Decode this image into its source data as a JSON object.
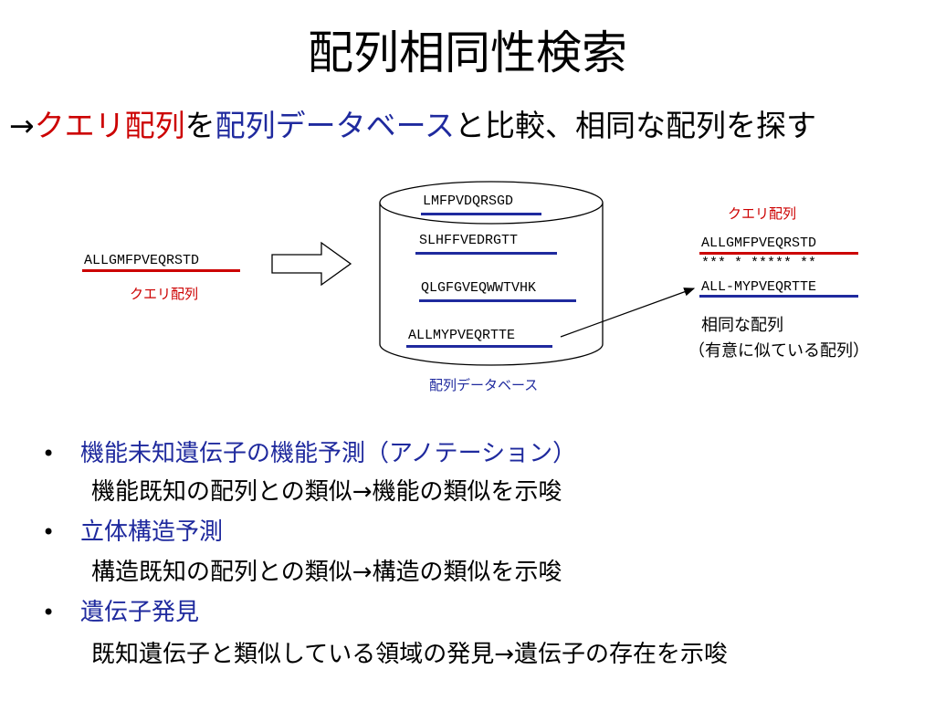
{
  "title": "配列相同性検索",
  "subtitle": {
    "prefix": "→",
    "query": "クエリ配列",
    "wo": "を",
    "database": "配列データベース",
    "rest": "と比較、相同な配列を探す"
  },
  "diagram": {
    "input_sequence": "ALLGMFPVEQRSTD",
    "input_label": "クエリ配列",
    "database_sequences": [
      "LMFPVDQRSGD",
      "SLHFFVEDRGTT",
      "QLGFGVEQWWTVHK",
      "ALLMYPVEQRTTE"
    ],
    "database_label": "配列データベース",
    "alignment_label": "クエリ配列",
    "alignment_query": "ALLGMFPVEQRSTD",
    "alignment_match": "*** * ***** **",
    "alignment_hit": "ALL-MYPVEQRTTE",
    "hit_note_line1": "相同な配列",
    "hit_note_line2": "（有意に似ている配列）",
    "colors": {
      "query": "#cc0000",
      "database": "#1f2a9e"
    }
  },
  "bullets": [
    {
      "heading": "機能未知遺伝子の機能予測（アノテーション）",
      "detail": "機能既知の配列との類似→機能の類似を示唆"
    },
    {
      "heading": "立体構造予測",
      "detail": "構造既知の配列との類似→構造の類似を示唆"
    },
    {
      "heading": "遺伝子発見",
      "detail": "既知遺伝子と類似している領域の発見→遺伝子の存在を示唆"
    }
  ]
}
